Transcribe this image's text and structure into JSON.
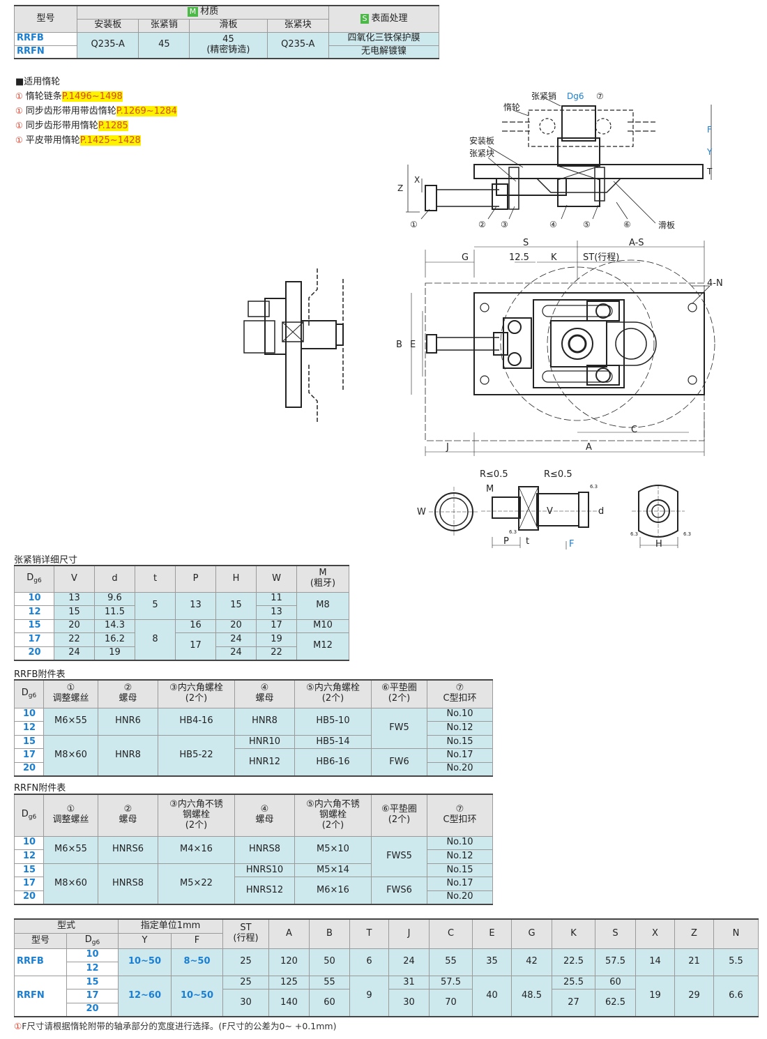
{
  "material_table": {
    "col_model": "型号",
    "material_tag": "M",
    "material_header": "材质",
    "surface_tag": "S",
    "surface_header": "表面处理",
    "sub_headers": [
      "安装板",
      "张紧销",
      "滑板",
      "张紧块"
    ],
    "models": [
      "RRFB",
      "RRFN"
    ],
    "values": [
      "Q235-A",
      "45",
      "45",
      "(精密铸造)",
      "Q235-A"
    ],
    "surface": [
      "四氧化三铁保护膜",
      "无电解镀镍"
    ]
  },
  "idler": {
    "title": "■适用惰轮",
    "circle": "①",
    "items": [
      {
        "label": "惰轮链条",
        "ref": "P.1496~1498"
      },
      {
        "label": "同步齿形带用带齿惰轮",
        "ref": "P.1269~1284"
      },
      {
        "label": "同步齿形带用惰轮",
        "ref": "P.1285"
      },
      {
        "label": "平皮带用惰轮",
        "ref": "P.1425~1428"
      }
    ]
  },
  "drawing": {
    "labels": {
      "tension_pin": "张紧销",
      "dg6": "Dg6",
      "n7": "⑦",
      "idler": "惰轮",
      "mount_plate": "安装板",
      "tension_block": "张紧块",
      "slide": "滑板",
      "F": "F",
      "Y": "Y",
      "T": "T",
      "Z": "Z",
      "X": "X",
      "c1": "①",
      "c2": "②",
      "c3": "③",
      "c4": "④",
      "c5": "⑤",
      "c6": "⑥",
      "S": "S",
      "AS": "A-S",
      "G": "G",
      "d125": "12.5",
      "K": "K",
      "ST": "ST(行程)",
      "N4": "4-N",
      "B": "B",
      "E": "E",
      "C": "C",
      "J": "J",
      "A": "A",
      "R1": "R≤0.5",
      "R2": "R≤0.5",
      "M": "M",
      "W": "W",
      "V": "V",
      "d": "d",
      "P": "P",
      "t": "t",
      "F2": "F",
      "H": "H",
      "r63a": "6.3",
      "r63b": "6.3",
      "r63c": "6.3",
      "r63d": "6.3"
    }
  },
  "pin_table": {
    "title": "张紧销详细尺寸",
    "headers": [
      "D",
      "V",
      "d",
      "t",
      "P",
      "H",
      "W",
      "M",
      "(粗牙)"
    ],
    "sub": "g6",
    "rows": [
      {
        "D": "10",
        "V": "13",
        "d": "9.6",
        "W": "11"
      },
      {
        "D": "12",
        "V": "15",
        "d": "11.5",
        "W": "13"
      },
      {
        "D": "15",
        "V": "20",
        "d": "14.3",
        "W": "17"
      },
      {
        "D": "17",
        "V": "22",
        "d": "16.2",
        "W": "19"
      },
      {
        "D": "20",
        "V": "24",
        "d": "19",
        "W": "22"
      }
    ],
    "t": [
      "5",
      "8"
    ],
    "P": [
      "13",
      "16",
      "17"
    ],
    "H": [
      "15",
      "20",
      "24",
      "24"
    ],
    "M": [
      "M8",
      "M10",
      "M12"
    ]
  },
  "rrfb_table": {
    "title": "RRFB附件表",
    "headers": [
      {
        "n": "①",
        "l": "调整螺丝"
      },
      {
        "n": "②",
        "l": "螺母"
      },
      {
        "n": "③内六角螺栓",
        "l": "(2个)"
      },
      {
        "n": "④",
        "l": "螺母"
      },
      {
        "n": "⑤内六角螺栓",
        "l": "(2个)"
      },
      {
        "n": "⑥平垫圈",
        "l": "(2个)"
      },
      {
        "n": "⑦",
        "l": "C型扣环"
      }
    ],
    "D": [
      "10",
      "12",
      "15",
      "17",
      "20"
    ],
    "c1": [
      "M6×55",
      "M8×60"
    ],
    "c2": [
      "HNR6",
      "HNR8"
    ],
    "c3": [
      "HB4-16",
      "HB5-22"
    ],
    "c4": [
      "HNR8",
      "HNR10",
      "HNR12"
    ],
    "c5": [
      "HB5-10",
      "HB5-14",
      "HB6-16"
    ],
    "c6": [
      "FW5",
      "FW6"
    ],
    "c7": [
      "No.10",
      "No.12",
      "No.15",
      "No.17",
      "No.20"
    ]
  },
  "rrfn_table": {
    "title": "RRFN附件表",
    "headers": [
      {
        "n": "①",
        "l": "调整螺丝"
      },
      {
        "n": "②",
        "l": "螺母"
      },
      {
        "n": "③内六角不锈",
        "m": "钢螺栓",
        "l": "(2个)"
      },
      {
        "n": "④",
        "l": "螺母"
      },
      {
        "n": "⑤内六角不锈",
        "m": "钢螺栓",
        "l": "(2个)"
      },
      {
        "n": "⑥平垫圈",
        "l": "(2个)"
      },
      {
        "n": "⑦",
        "l": "C型扣环"
      }
    ],
    "D": [
      "10",
      "12",
      "15",
      "17",
      "20"
    ],
    "c1": [
      "M6×55",
      "M8×60"
    ],
    "c2": [
      "HNRS6",
      "HNRS8"
    ],
    "c3": [
      "M4×16",
      "M5×22"
    ],
    "c4": [
      "HNRS8",
      "HNRS10",
      "HNRS12"
    ],
    "c5": [
      "M5×10",
      "M5×14",
      "M6×16"
    ],
    "c6": [
      "FWS5",
      "FWS6"
    ],
    "c7": [
      "No.10",
      "No.12",
      "No.15",
      "No.17",
      "No.20"
    ]
  },
  "main_table": {
    "h_type": "型式",
    "h_model": "型号",
    "h_unit": "指定单位1mm",
    "h_Y": "Y",
    "h_F": "F",
    "h_ST": "ST",
    "h_ST2": "(行程)",
    "h_cols": [
      "A",
      "B",
      "T",
      "J",
      "C",
      "E",
      "G",
      "K",
      "S",
      "X",
      "Z",
      "N"
    ],
    "models": [
      "RRFB",
      "RRFN"
    ],
    "D": [
      "10",
      "12",
      "15",
      "17",
      "20"
    ],
    "Y": [
      "10~50",
      "12~60"
    ],
    "F": [
      "8~50",
      "10~50"
    ],
    "ST": [
      "25",
      "25",
      "30"
    ],
    "A": [
      "120",
      "125",
      "140"
    ],
    "B": [
      "50",
      "55",
      "60"
    ],
    "T": [
      "6",
      "9"
    ],
    "J": [
      "24",
      "31",
      "30"
    ],
    "C": [
      "55",
      "57.5",
      "70"
    ],
    "E": [
      "35",
      "40"
    ],
    "G": [
      "42",
      "48.5"
    ],
    "K": [
      "22.5",
      "25.5",
      "27"
    ],
    "S": [
      "57.5",
      "60",
      "62.5"
    ],
    "X": [
      "14",
      "19"
    ],
    "Z": [
      "21",
      "29"
    ],
    "N": [
      "5.5",
      "6.6"
    ]
  },
  "footnote": {
    "circle": "①",
    "text": "F尺寸请根据惰轮附带的轴承部分的宽度进行选择。(F尺寸的公差为0~ +0.1mm)"
  }
}
